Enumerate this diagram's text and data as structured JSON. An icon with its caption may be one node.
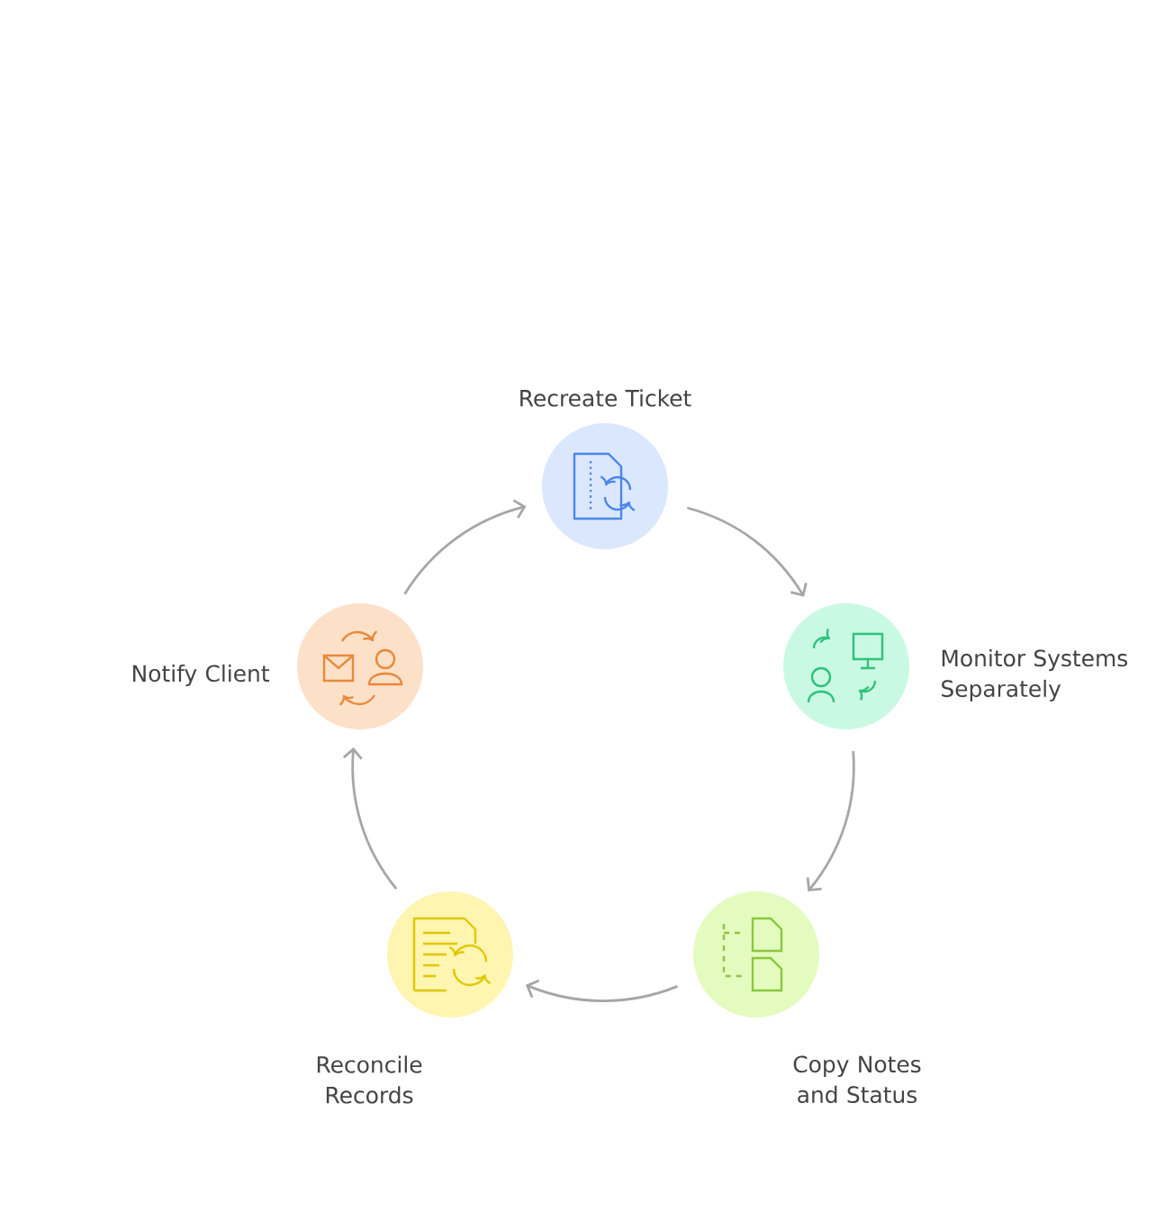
{
  "diagram": {
    "nodes": [
      {
        "text": [
          "Recreate Ticket"
        ]
      },
      {
        "text": [
          "Monitor Systems Separately"
        ]
      },
      {
        "text": [
          "Copy Notes and Status"
        ]
      },
      {
        "text": [
          "Reconcile Records"
        ]
      },
      {
        "text": [
          "Notify Client"
        ]
      }
    ],
    "edges": [
      {
        "from": 0,
        "to": 1,
        "arrow": "to"
      },
      {
        "from": 1,
        "to": 2,
        "arrow": "to"
      },
      {
        "from": 2,
        "to": 3,
        "arrow": "to"
      },
      {
        "from": 3,
        "to": 4,
        "arrow": "to"
      },
      {
        "from": 4,
        "to": 0,
        "arrow": "to"
      }
    ]
  }
}
